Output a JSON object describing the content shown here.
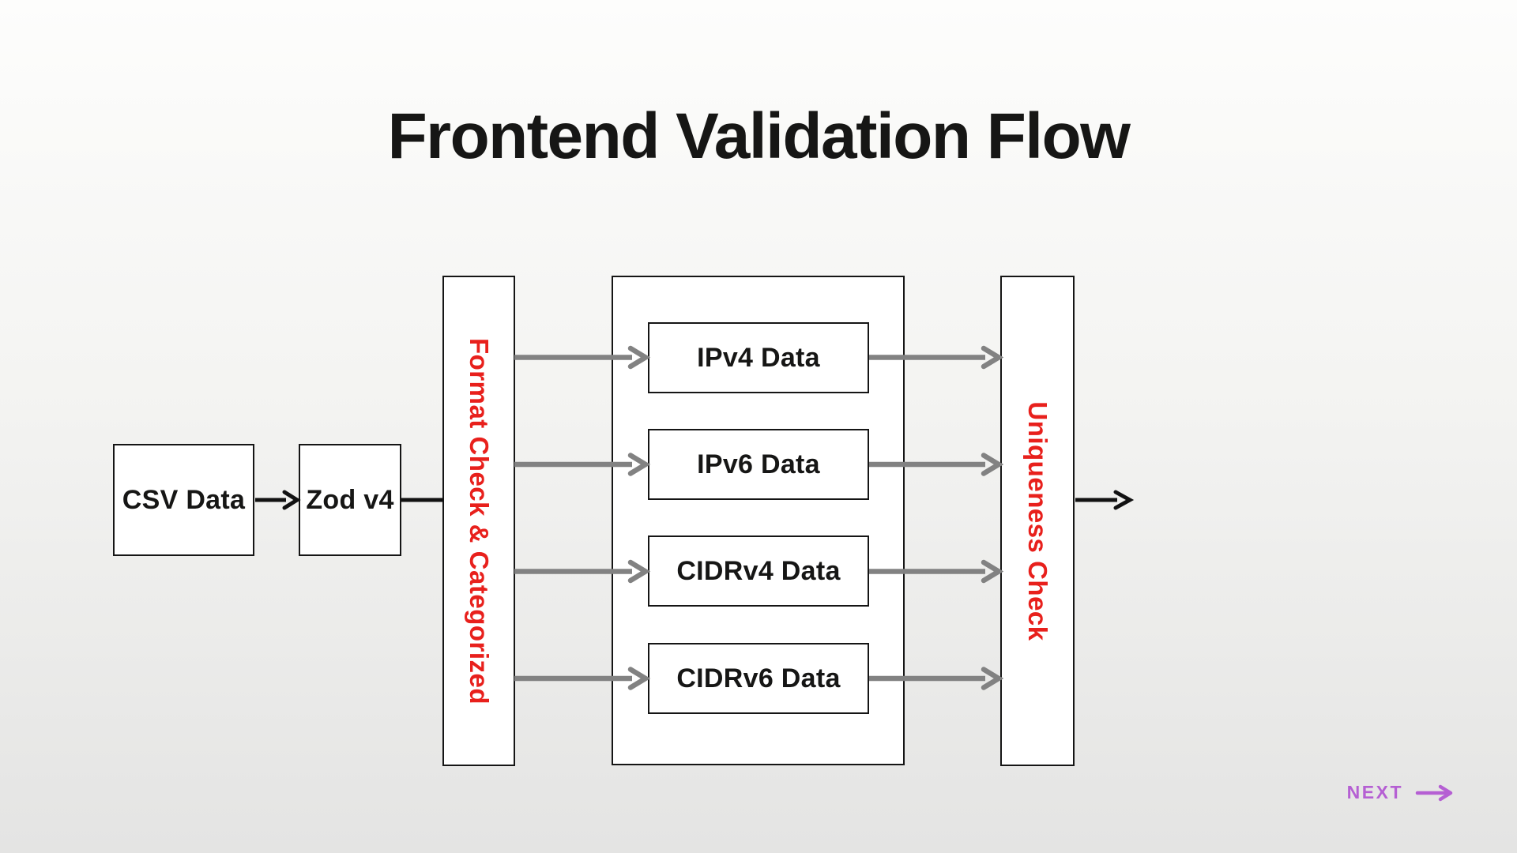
{
  "title": "Frontend Validation Flow",
  "nodes": {
    "csv": "CSV Data",
    "zod": "Zod v4",
    "format_check": "Format Check & Categorized",
    "ipv4": "IPv4 Data",
    "ipv6": "IPv6 Data",
    "cidrv4": "CIDRv4 Data",
    "cidrv6": "CIDRv6 Data",
    "uniqueness": "Uniqueness Check"
  },
  "edges": [
    {
      "from": "CSV Data",
      "to": "Zod v4"
    },
    {
      "from": "Zod v4",
      "to": "Format Check & Categorized"
    },
    {
      "from": "Format Check & Categorized",
      "to": "IPv4 Data"
    },
    {
      "from": "Format Check & Categorized",
      "to": "IPv6 Data"
    },
    {
      "from": "Format Check & Categorized",
      "to": "CIDRv4 Data"
    },
    {
      "from": "Format Check & Categorized",
      "to": "CIDRv6 Data"
    },
    {
      "from": "IPv4 Data",
      "to": "Uniqueness Check"
    },
    {
      "from": "IPv6 Data",
      "to": "Uniqueness Check"
    },
    {
      "from": "CIDRv4 Data",
      "to": "Uniqueness Check"
    },
    {
      "from": "CIDRv6 Data",
      "to": "Uniqueness Check"
    },
    {
      "from": "Uniqueness Check",
      "to": ""
    }
  ],
  "footer": {
    "next_label": "NEXT"
  },
  "colors": {
    "bg-top": "#fdfdfc",
    "bg-bottom": "#e4e4e3",
    "ink": "#161615",
    "box-border": "#151515",
    "accent-red": "#e8201c",
    "arrow-gray": "#828282",
    "arrow-black": "#121212",
    "next-purple": "#b55fd3"
  }
}
